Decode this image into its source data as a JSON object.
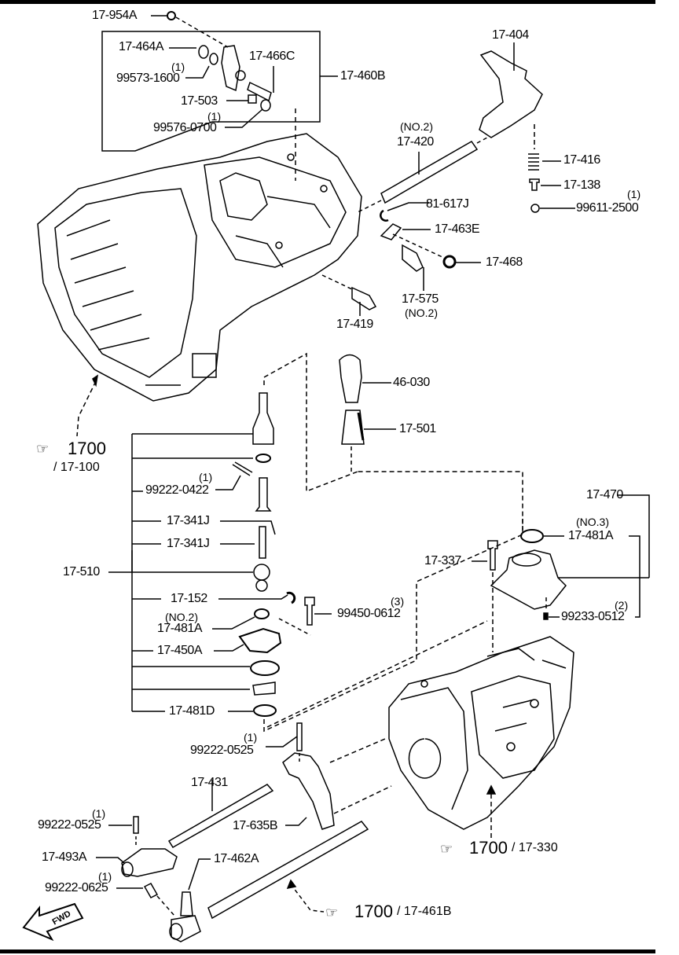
{
  "diagram": {
    "title": "Manual Transmission Shift Control Exploded View",
    "callouts": [
      {
        "id": "17-954A",
        "label": "17-954A"
      },
      {
        "id": "17-464A",
        "label": "17-464A"
      },
      {
        "id": "99573-1600",
        "label": "99573-1600",
        "qty": "(1)"
      },
      {
        "id": "17-466C",
        "label": "17-466C"
      },
      {
        "id": "17-460B",
        "label": "17-460B"
      },
      {
        "id": "17-503",
        "label": "17-503"
      },
      {
        "id": "99576-0700",
        "label": "99576-0700",
        "qty": "(1)"
      },
      {
        "id": "17-404",
        "label": "17-404"
      },
      {
        "id": "17-420",
        "label": "17-420",
        "note": "(NO.2)"
      },
      {
        "id": "17-416",
        "label": "17-416"
      },
      {
        "id": "17-138",
        "label": "17-138"
      },
      {
        "id": "99611-2500",
        "label": "99611-2500",
        "qty": "(1)"
      },
      {
        "id": "81-617J",
        "label": "81-617J"
      },
      {
        "id": "17-463E",
        "label": "17-463E"
      },
      {
        "id": "17-468",
        "label": "17-468"
      },
      {
        "id": "17-575",
        "label": "17-575",
        "note": "(NO.2)"
      },
      {
        "id": "17-419",
        "label": "17-419"
      },
      {
        "id": "46-030",
        "label": "46-030"
      },
      {
        "id": "17-501",
        "label": "17-501"
      },
      {
        "id": "99222-0422",
        "label": "99222-0422",
        "qty": "(1)"
      },
      {
        "id": "17-341J-a",
        "label": "17-341J"
      },
      {
        "id": "17-341J-b",
        "label": "17-341J"
      },
      {
        "id": "17-510",
        "label": "17-510"
      },
      {
        "id": "17-152",
        "label": "17-152"
      },
      {
        "id": "99450-0612",
        "label": "99450-0612",
        "qty": "(3)"
      },
      {
        "id": "17-481A-2",
        "label": "17-481A",
        "note": "(NO.2)"
      },
      {
        "id": "17-450A",
        "label": "17-450A"
      },
      {
        "id": "17-481D",
        "label": "17-481D"
      },
      {
        "id": "17-470",
        "label": "17-470"
      },
      {
        "id": "17-481A-3",
        "label": "17-481A",
        "note": "(NO.3)"
      },
      {
        "id": "17-337",
        "label": "17-337"
      },
      {
        "id": "99233-0512",
        "label": "99233-0512",
        "qty": "(2)"
      },
      {
        "id": "99222-0525-a",
        "label": "99222-0525",
        "qty": "(1)"
      },
      {
        "id": "17-431",
        "label": "17-431"
      },
      {
        "id": "17-635B",
        "label": "17-635B"
      },
      {
        "id": "99222-0525-b",
        "label": "99222-0525",
        "qty": "(1)"
      },
      {
        "id": "17-493A",
        "label": "17-493A"
      },
      {
        "id": "17-462A",
        "label": "17-462A"
      },
      {
        "id": "99222-0625",
        "label": "99222-0625",
        "qty": "(1)"
      }
    ],
    "references": [
      {
        "id": "ref-17-100",
        "group": "1700",
        "part": "/ 17-100"
      },
      {
        "id": "ref-17-330",
        "group": "1700",
        "part": "/ 17-330"
      },
      {
        "id": "ref-17-461B",
        "group": "1700",
        "part": "/ 17-461B"
      }
    ],
    "hand_icon": "pointing-hand-icon",
    "direction_label": "FWD"
  }
}
